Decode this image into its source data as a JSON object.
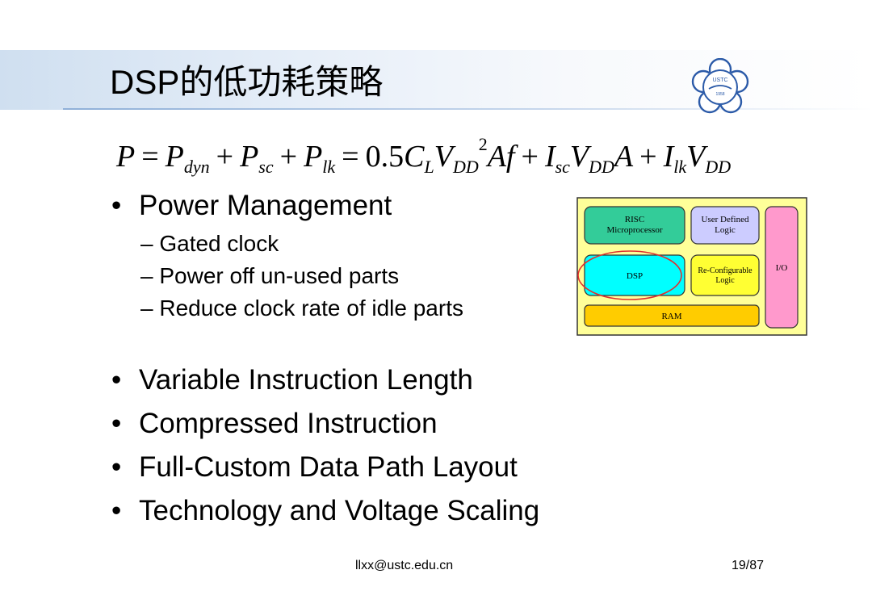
{
  "slide": {
    "title": "DSP的低功耗策略",
    "formula": {
      "P": "P",
      "Pdyn": "P",
      "dyn": "dyn",
      "Psc": "P",
      "sc": "sc",
      "Plk": "P",
      "lk": "lk",
      "coef": "0.5",
      "C": "C",
      "L": "L",
      "V": "V",
      "DD": "DD",
      "two": "2",
      "Af": "Af",
      "I": "I",
      "A": "A"
    },
    "bullets": [
      "Power Management",
      "Variable Instruction Length",
      "Compressed Instruction",
      "Full-Custom Data Path Layout",
      "Technology and Voltage Scaling"
    ],
    "sub_bullets": [
      "– Gated clock",
      "– Power off un-used parts",
      "– Reduce clock rate of idle parts"
    ],
    "bullet_symbol": "•"
  },
  "diagram": {
    "risc": [
      "RISC",
      "Microprocessor"
    ],
    "udl": [
      "User Defined",
      "Logic"
    ],
    "dsp": "DSP",
    "reconf": [
      "Re-Configurable",
      "Logic"
    ],
    "io": "I/O",
    "ram": "RAM",
    "colors": {
      "background": "#ffff99",
      "risc": "#33cc99",
      "udl": "#ccccff",
      "dsp": "#00ffff",
      "reconf": "#ffff33",
      "io": "#ff99cc",
      "ram": "#ffcc00",
      "highlight": "#e03030"
    }
  },
  "logo": {
    "text_top": "USTC",
    "year": "1958"
  },
  "footer": {
    "email": "llxx@ustc.edu.cn",
    "page": "19/87"
  }
}
